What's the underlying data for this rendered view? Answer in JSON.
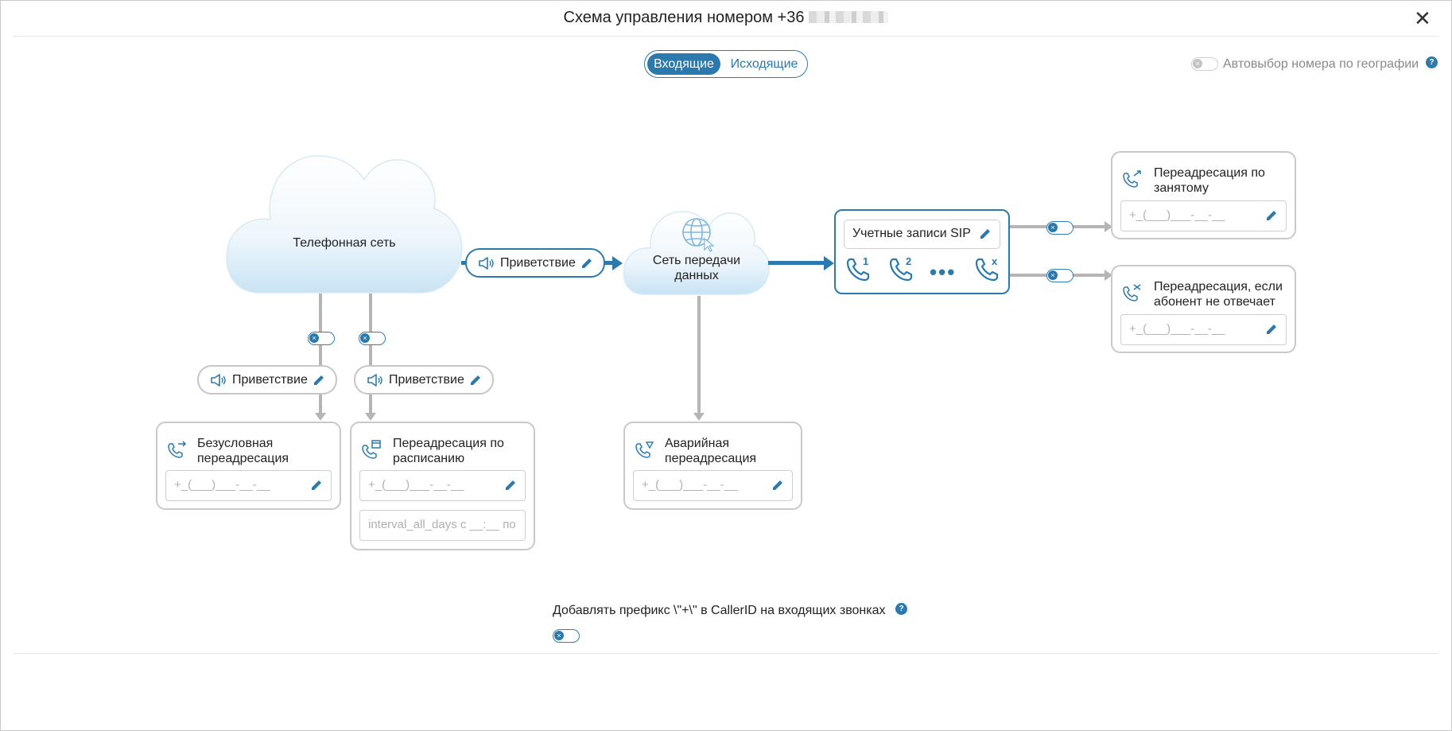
{
  "modal": {
    "title": "Схема управления номером +36",
    "close_icon": "close-icon"
  },
  "tabs": {
    "incoming": "Входящие",
    "outgoing": "Исходящие",
    "active": "incoming"
  },
  "geo_autoselect": {
    "label": "Автовыбор номера по географии",
    "enabled": false,
    "help": "?"
  },
  "scheme": {
    "phone_network": "Телефонная сеть",
    "data_network_line1": "Сеть передачи",
    "data_network_line2": "данных",
    "greeting_main": "Приветствие",
    "greeting_left": "Приветствие",
    "greeting_right": "Приветствие",
    "sip": {
      "title": "Учетные записи SIP",
      "lines": [
        "1",
        "2",
        "x"
      ]
    },
    "cards": {
      "unconditional": {
        "title_line1": "Безусловная",
        "title_line2": "переадресация",
        "placeholder": "+_(___)___-__-__"
      },
      "schedule": {
        "title_line1": "Переадресация по",
        "title_line2": "расписанию",
        "placeholder": "+_(___)___-__-__",
        "interval_placeholder": "interval_all_days с __:__ по"
      },
      "emergency": {
        "title_line1": "Аварийная",
        "title_line2": "переадресация",
        "placeholder": "+_(___)___-__-__"
      },
      "busy": {
        "title_line1": "Переадресация по",
        "title_line2": "занятому",
        "placeholder": "+_(___)___-__-__"
      },
      "no_answer": {
        "title_line1": "Переадресация, если",
        "title_line2": "абонент не отвечает",
        "placeholder": "+_(___)___-__-__"
      }
    }
  },
  "prefix": {
    "label": "Добавлять префикс \\\"+\\\" в CallerID на входящих звонках",
    "help": "?",
    "enabled": false
  },
  "colors": {
    "accent": "#2b79ad",
    "connector": "#b5b5b5",
    "border": "#c9c9c9"
  }
}
